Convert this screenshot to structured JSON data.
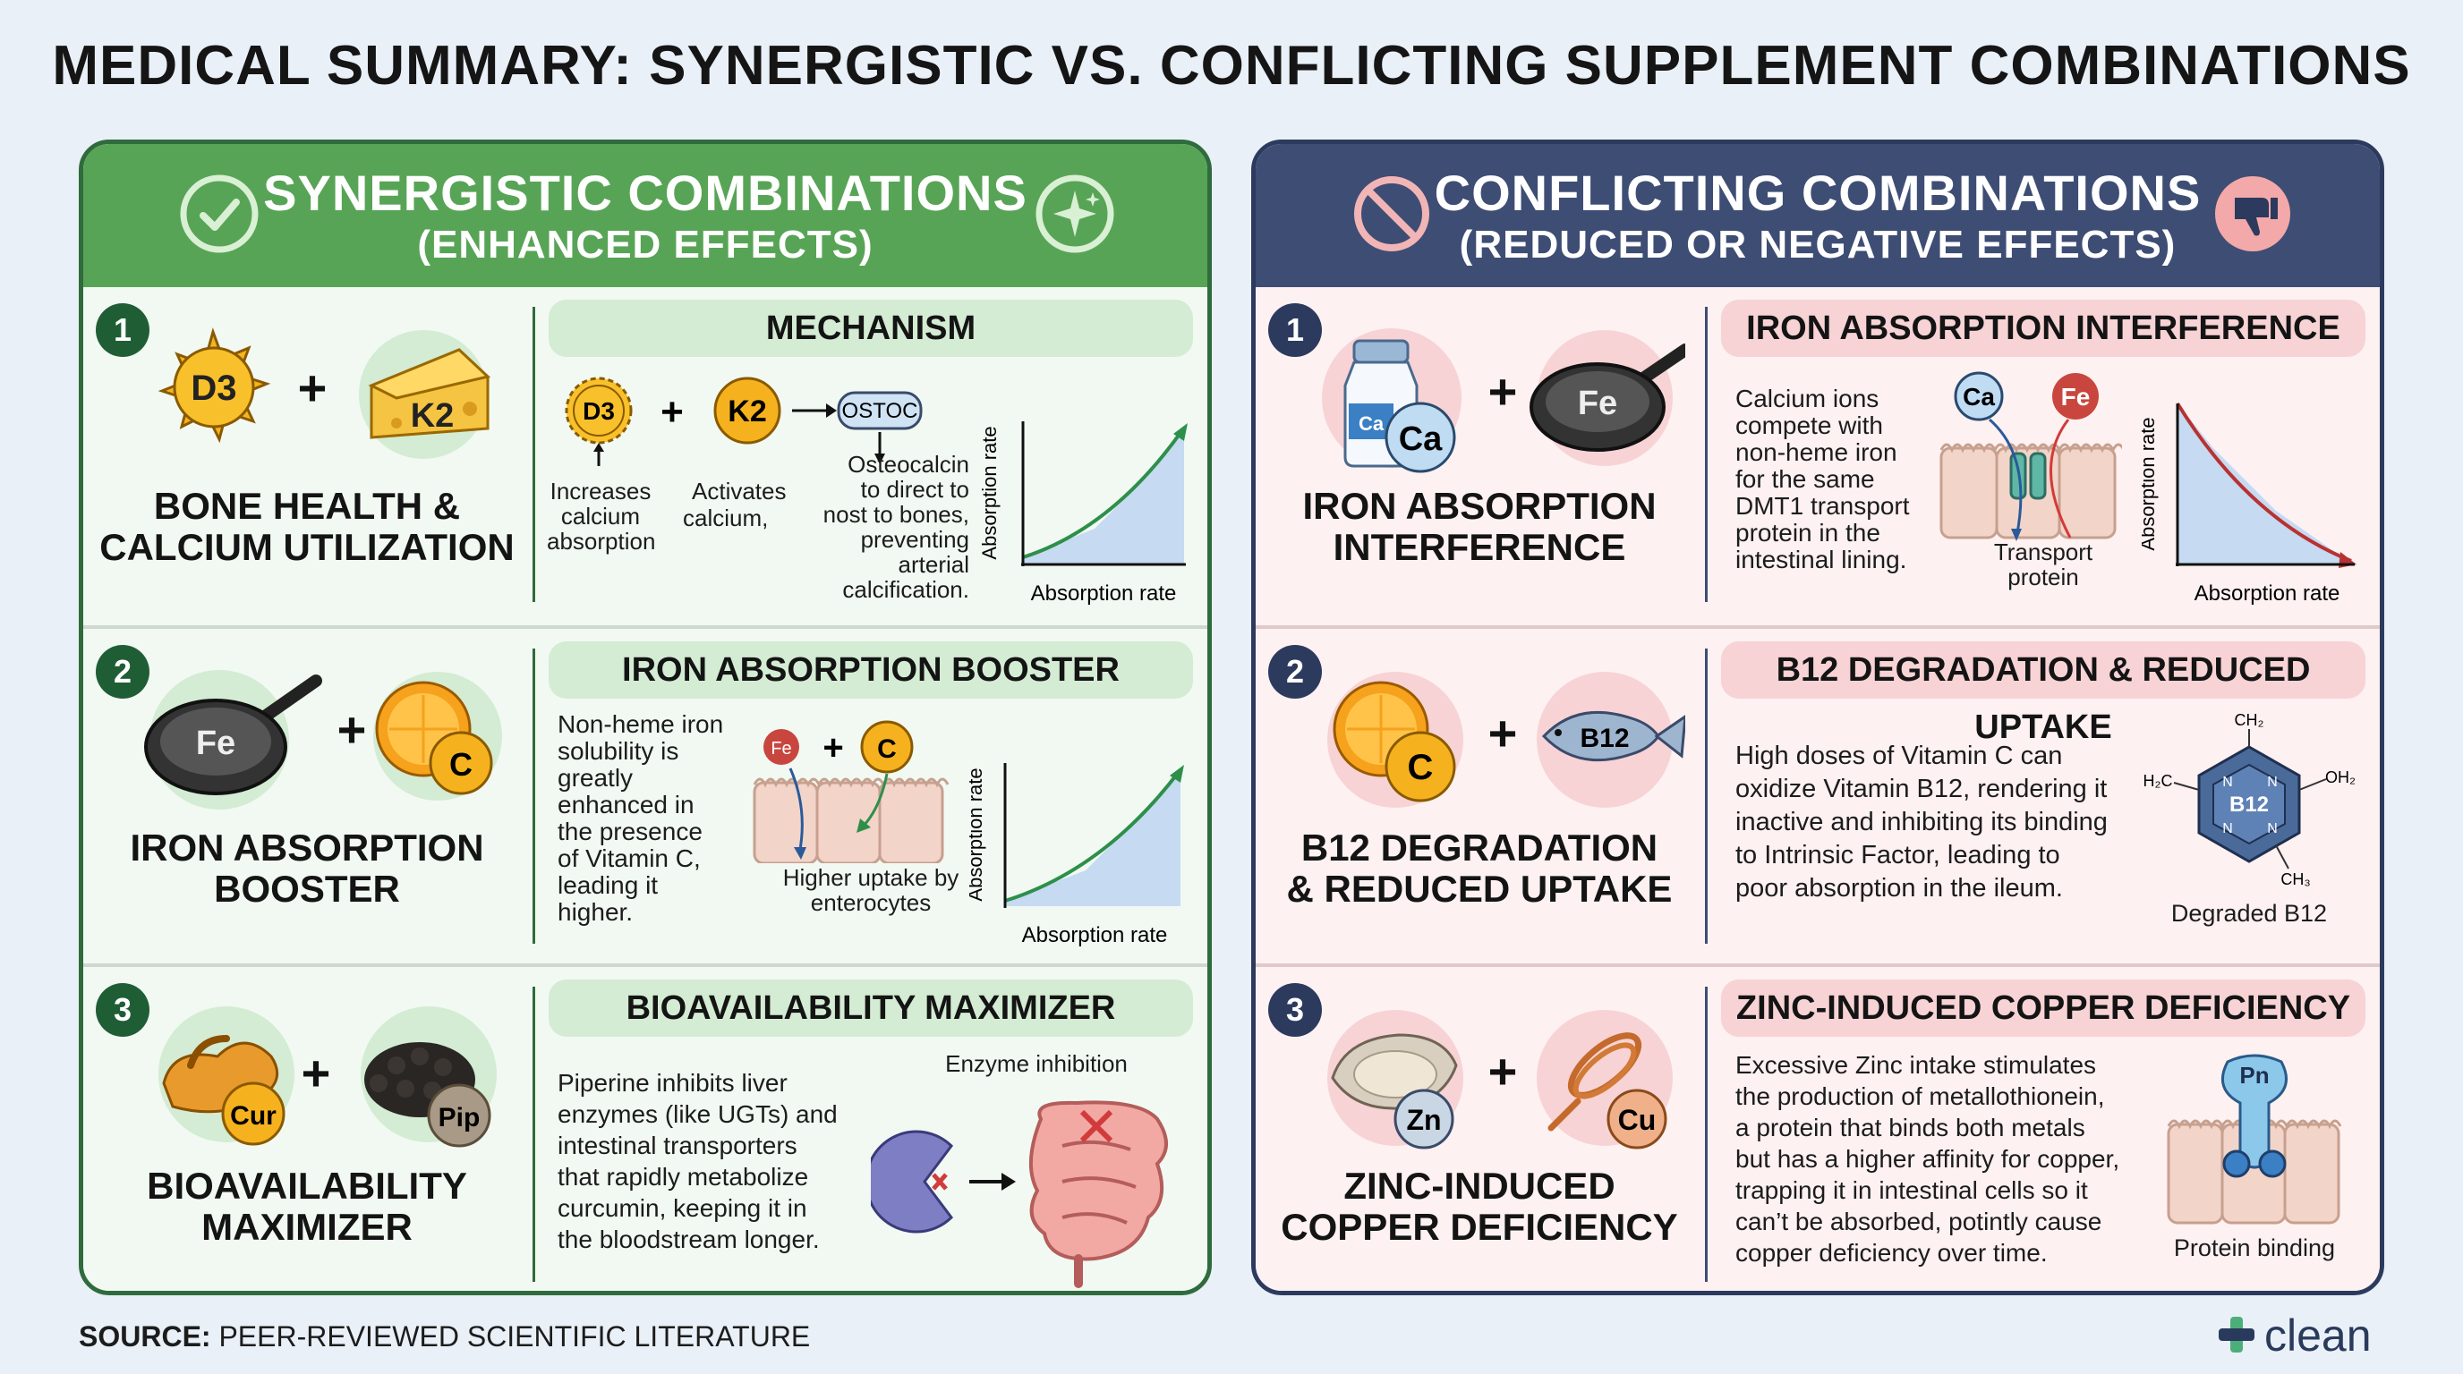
{
  "title": "MEDICAL SUMMARY: SYNERGISTIC VS. CONFLICTING SUPPLEMENT COMBINATIONS",
  "left": {
    "title": "SYNERGISTIC COMBINATIONS",
    "subtitle": "(ENHANCED EFFECTS)",
    "rows": [
      {
        "num": "1",
        "a": "D3",
        "b": "K2",
        "label1": "BONE HEALTH &",
        "label2": "CALCIUM UTILIZATION",
        "pill": "MECHANISM",
        "m_d3": "D3",
        "m_k2": "K2",
        "m_ostoc": "OSTOC",
        "c1a": "Increases",
        "c1b": "calcium",
        "c1c": "absorption",
        "c2a": "Activates",
        "c2b": "calcium,",
        "c3a": "Osteocalcin",
        "c3b": "to direct to",
        "c3c": "nost to bones,",
        "c3d": "preventing arterial",
        "c3e": "calcification.",
        "ylabel": "Absorption rate",
        "xlabel": "Absorption rate"
      },
      {
        "num": "2",
        "a": "Fe",
        "b": "C",
        "label1": "IRON ABSORPTION",
        "label2": "BOOSTER",
        "pill": "IRON ABSORPTION BOOSTER",
        "desc": [
          "Non-heme iron",
          "solubility is",
          "greatly",
          "enhanced in",
          "the presence",
          "of Vitamin C,",
          "leading it",
          "higher."
        ],
        "m_fe": "Fe",
        "m_c": "C",
        "cap1": "Higher uptake by",
        "cap2": "enterocytes",
        "ylabel": "Absorption rate",
        "xlabel": "Absorption rate"
      },
      {
        "num": "3",
        "a": "Cur",
        "b": "Pip",
        "label1": "BIOAVAILABILITY",
        "label2": "MAXIMIZER",
        "pill": "BIOAVAILABILITY MAXIMIZER",
        "desc": [
          "Piperine inhibits liver",
          "enzymes (like UGTs) and",
          "intestinal transporters",
          "that rapidly metabolize",
          "curcumin, keeping it in",
          "the bloodstream longer."
        ],
        "cap": "Enzyme inhibition"
      }
    ]
  },
  "right": {
    "title": "CONFLICTING COMBINATIONS",
    "subtitle": "(REDUCED OR NEGATIVE EFFECTS)",
    "rows": [
      {
        "num": "1",
        "a": "Ca",
        "a_small": "Ca",
        "b": "Fe",
        "label1": "IRON ABSORPTION",
        "label2": "INTERFERENCE",
        "pill": "IRON ABSORPTION INTERFERENCE",
        "desc": [
          "Calcium ions",
          "compete with",
          "non-heme iron",
          "for the same",
          "DMT1 transport",
          "protein in the",
          "intestinal lining."
        ],
        "m_ca": "Ca",
        "m_fe": "Fe",
        "cap1": "Transport",
        "cap2": "protein",
        "ylabel": "Absorption rate",
        "xlabel": "Absorption rate"
      },
      {
        "num": "2",
        "a": "C",
        "b": "B12",
        "label1": "B12 DEGRADATION",
        "label2": "& REDUCED UPTAKE",
        "pill": "B12 DEGRADATION & REDUCED UPTAKE",
        "desc": [
          "High doses of Vitamin C can",
          "oxidize Vitamin B12, rendering it",
          "inactive and inhibiting its binding",
          "to Intrinsic Factor, leading to",
          "poor absorption in the ileum."
        ],
        "mol_center": "B12",
        "mol_top": "CH₂",
        "mol_left": "H₂C",
        "mol_right": "OH₂",
        "mol_bottom": "CH₃",
        "n1": "N",
        "n2": "N",
        "n3": "N",
        "n4": "N",
        "cap": "Degraded B12"
      },
      {
        "num": "3",
        "a": "Zn",
        "b": "Cu",
        "label1": "ZINC-INDUCED",
        "label2": "COPPER DEFICIENCY",
        "pill": "ZINC-INDUCED COPPER DEFICIENCY",
        "desc": [
          "Excessive Zinc intake stimulates",
          "the production of metallothionein,",
          "a protein that binds both metals",
          "but has a higher affinity for copper,",
          "trapping it in intestinal cells so it",
          "can’t be absorbed, potintly cause",
          "copper deficiency over time."
        ],
        "m_pn": "Pn",
        "cap": "Protein binding"
      }
    ]
  },
  "source_label": "SOURCE:",
  "source_text": " PEER-REVIEWED SCIENTIFIC LITERATURE",
  "brand": "clean",
  "colors": {
    "green_header": "#58a456",
    "navy_header": "#3e4d74",
    "accent_orange": "#f4a21c"
  }
}
